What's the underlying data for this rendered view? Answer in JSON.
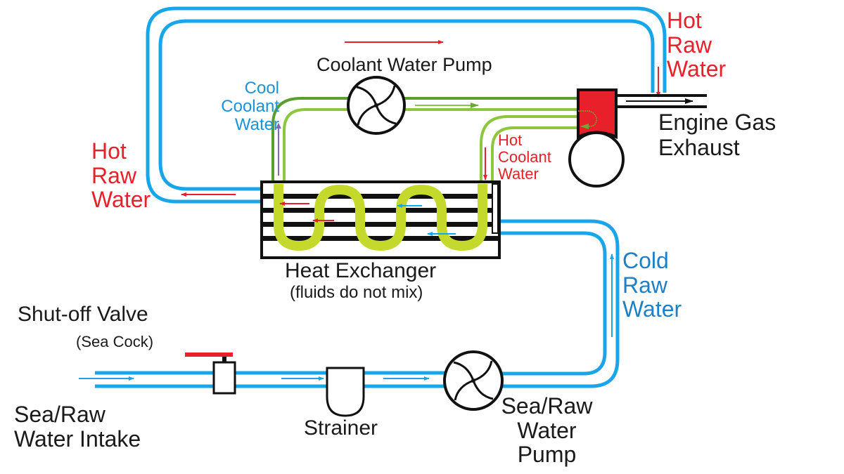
{
  "diagram": {
    "title": "Marine engine raw-water / coolant cooling system",
    "colors": {
      "raw_water_pipe": "#18a6e8",
      "coolant_pipe_light": "#8cc63f",
      "coolant_pipe_dark": "#5c9e2e",
      "coolant_coil": "#c5d92d",
      "hot_arrow": "#e8202a",
      "cold_arrow": "#18a6e8",
      "engine_block": "#e8202a",
      "valve_handle": "#e8202a",
      "outline": "#111111",
      "cool_coolant_arrow": "#7b68b8"
    },
    "labels": {
      "coolant_water_pump": "Coolant Water Pump",
      "cool_coolant_water": [
        "Cool",
        "Coolant",
        "Water"
      ],
      "hot_raw_water_left": [
        "Hot",
        "Raw",
        "Water"
      ],
      "hot_raw_water_top": [
        "Hot",
        "Raw",
        "Water"
      ],
      "hot_coolant_water": [
        "Hot",
        "Coolant",
        "Water"
      ],
      "engine_gas_exhaust": [
        "Engine Gas",
        "Exhaust"
      ],
      "heat_exchanger": "Heat Exchanger",
      "heat_exchanger_note": "(fluids do not mix)",
      "cold_raw_water": [
        "Cold",
        "Raw",
        "Water"
      ],
      "shutoff_valve": "Shut-off  Valve",
      "sea_cock": "(Sea Cock)",
      "sea_raw_water_intake": [
        "Sea/Raw",
        "Water Intake"
      ],
      "strainer": "Strainer",
      "sea_raw_water_pump": [
        "Sea/Raw",
        "Water",
        "Pump"
      ]
    },
    "components": [
      {
        "id": "sea-cock-valve",
        "icon": "valve-icon"
      },
      {
        "id": "strainer",
        "icon": "strainer-icon"
      },
      {
        "id": "raw-water-pump",
        "icon": "pump-fan-icon"
      },
      {
        "id": "heat-exchanger",
        "icon": "heat-exchanger-icon"
      },
      {
        "id": "coolant-water-pump",
        "icon": "pump-fan-icon"
      },
      {
        "id": "engine",
        "icon": "engine-block-icon"
      },
      {
        "id": "exhaust",
        "icon": "exhaust-pipe-icon"
      }
    ]
  }
}
